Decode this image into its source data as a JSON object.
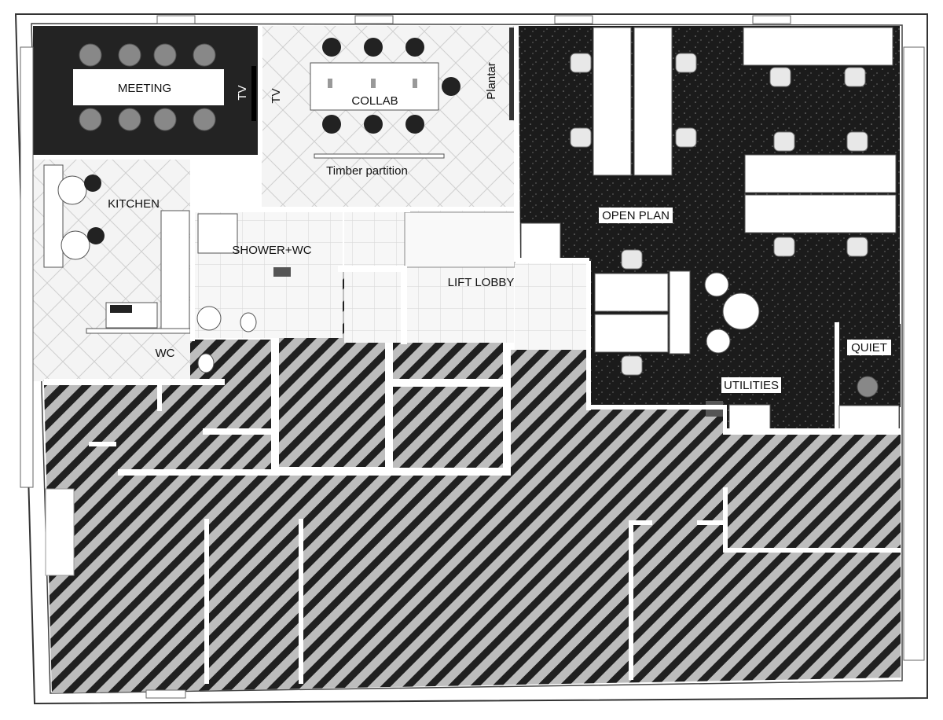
{
  "labels": {
    "meeting": "MEETING",
    "collab": "COLLAB",
    "tv_left": "TV",
    "tv_right": "TV",
    "plantar": "Plantar",
    "timber_partition": "Timber partition",
    "kitchen": "KITCHEN",
    "shower_wc": "SHOWER+WC",
    "lift_lobby": "LIFT LOBBY",
    "wc": "WC",
    "open_plan": "OPEN PLAN",
    "utilities": "UTILITIES",
    "quiet": "QUIET"
  },
  "colors": {
    "dark_floor": "#1c1c1c",
    "hatch_bg": "#b9b9b9",
    "hatch_line": "#222222",
    "light_floor": "#f3f3f3",
    "wall": "#ffffff",
    "outline": "#333333"
  }
}
